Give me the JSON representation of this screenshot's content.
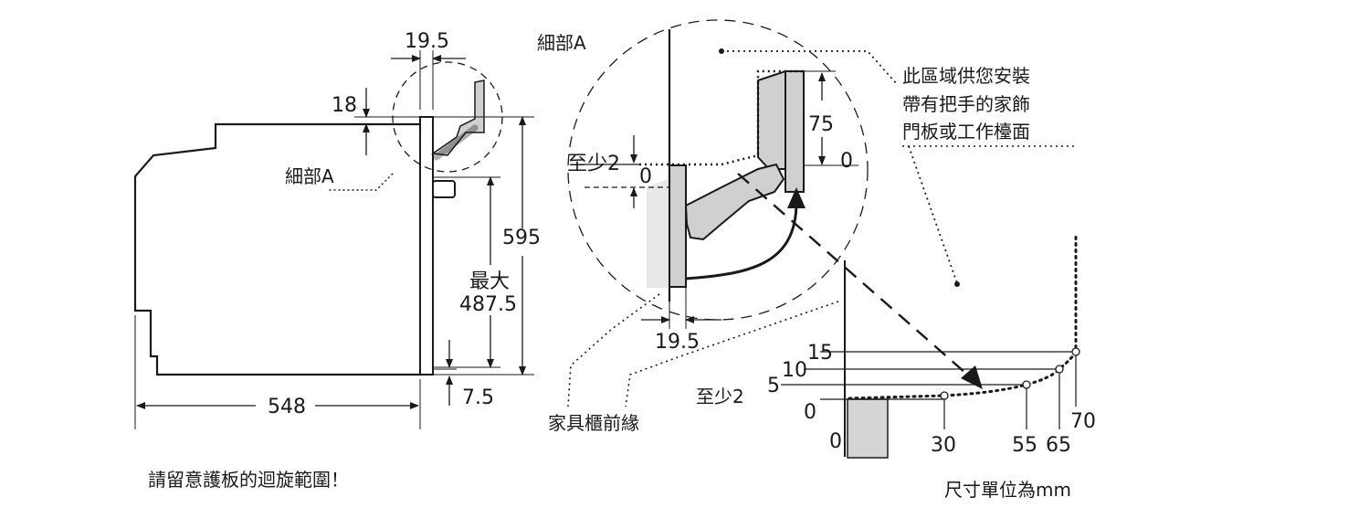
{
  "labels": {
    "detail_a_top": "細部A",
    "detail_a_left": "細部A",
    "note_area_1": "此區域供您安裝",
    "note_area_2": "帶有把手的家飾",
    "note_area_3": "門板或工作檯面",
    "at_least_2_top": "至少2",
    "at_least_2_bottom": "至少2",
    "furniture_edge": "家具櫃前緣",
    "hinge_note": "請留意護板的迴旋範圍！",
    "unit_note": "尺寸單位為mm",
    "max_label": "最大"
  },
  "dims": {
    "d19_5_top": "19.5",
    "d18": "18",
    "d595": "595",
    "d487_5": "487.5",
    "d7_5": "7.5",
    "d548": "548",
    "d19_5_bottom": "19.5",
    "d75": "75",
    "d0_right": "0",
    "d0_left": "0",
    "y15": "15",
    "y10": "10",
    "y5": "5",
    "y0": "0",
    "x0": "0",
    "x30": "30",
    "x55": "55",
    "x65": "65",
    "x70": "70"
  }
}
